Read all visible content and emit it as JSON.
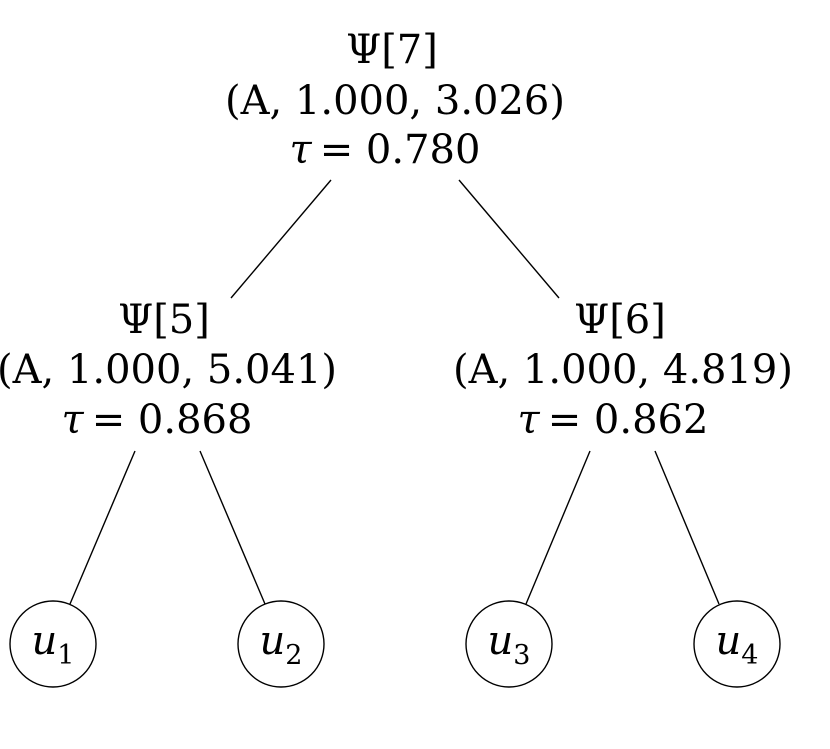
{
  "nodes": {
    "root": {
      "title": "Ψ[7]",
      "tuple": "(A, 1.000, 3.026)",
      "tau_symbol": "τ",
      "tau_value": "= 0.780"
    },
    "left": {
      "title": "Ψ[5]",
      "tuple": "(A, 1.000, 5.041)",
      "tau_symbol": "τ",
      "tau_value": "= 0.868"
    },
    "right": {
      "title": "Ψ[6]",
      "tuple": "(A, 1.000, 4.819)",
      "tau_symbol": "τ",
      "tau_value": "= 0.862"
    }
  },
  "leaves": [
    {
      "var": "u",
      "index": "1"
    },
    {
      "var": "u",
      "index": "2"
    },
    {
      "var": "u",
      "index": "3"
    },
    {
      "var": "u",
      "index": "4"
    }
  ]
}
